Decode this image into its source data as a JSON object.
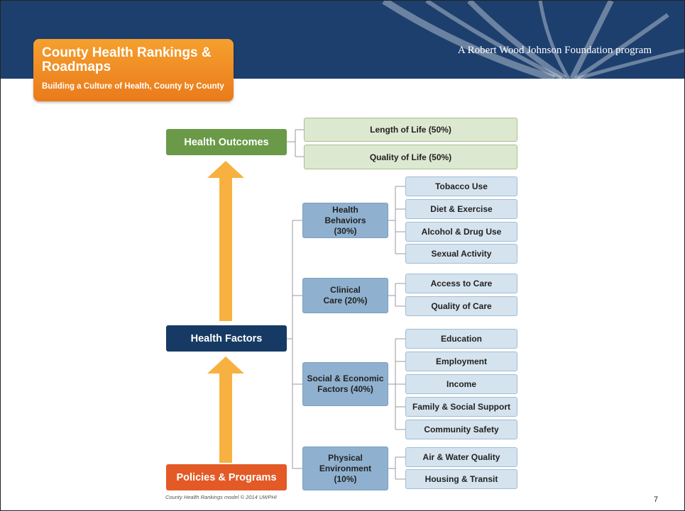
{
  "header": {
    "tagline": "A Robert Wood Johnson Foundation program"
  },
  "logo": {
    "title": "County Health Rankings & Roadmaps",
    "subtitle": "Building a Culture of Health, County by County"
  },
  "diagram": {
    "health_outcomes": "Health Outcomes",
    "length_of_life": "Length of Life (50%)",
    "quality_of_life": "Quality of Life (50%)",
    "health_factors": "Health Factors",
    "policies_programs": "Policies & Programs",
    "health_behaviors": "Health Behaviors (30%)",
    "tobacco_use": "Tobacco Use",
    "diet_exercise": "Diet & Exercise",
    "alcohol_drug_use": "Alcohol & Drug Use",
    "sexual_activity": "Sexual Activity",
    "clinical_care": "Clinical Care (20%)",
    "access_to_care": "Access to Care",
    "quality_of_care": "Quality of Care",
    "social_economic": "Social & Economic Factors (40%)",
    "education": "Education",
    "employment": "Employment",
    "income": "Income",
    "family_social_support": "Family & Social Support",
    "community_safety": "Community Safety",
    "physical_environment": "Physical Environment (10%)",
    "air_water_quality": "Air & Water Quality",
    "housing_transit": "Housing & Transit"
  },
  "footer": {
    "credit": "County Health Rankings model © 2014 UWPHI",
    "page_number": "7"
  },
  "colors": {
    "header_bg": "#1d3f6e",
    "logo_orange": "#f08a24",
    "outcomes_green": "#6a9a48",
    "factors_navy": "#163a64",
    "policies_red": "#e35a26",
    "arrow_orange": "#f7b140"
  }
}
